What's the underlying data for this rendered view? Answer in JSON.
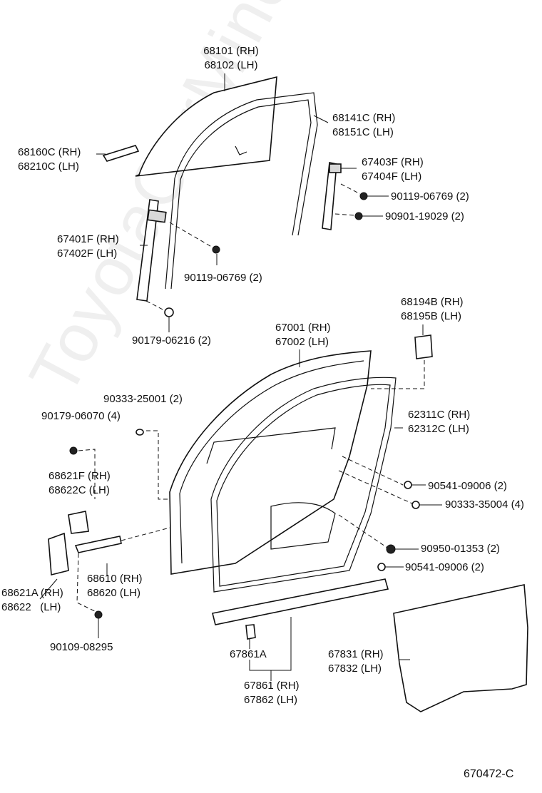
{
  "watermark": "ToyotaCarMine.ru",
  "diagram_code": "670472-C",
  "labels": {
    "glass": [
      "68101 (RH)",
      "68102 (LH)"
    ],
    "glass_run": [
      "68141C (RH)",
      "68151C (LH)"
    ],
    "channel_front": [
      "68160C (RH)",
      "68210C (LH)"
    ],
    "rear_channel": [
      "67403F (RH)",
      "67404F (LH)"
    ],
    "bolt_rear_1": "90119-06769 (2)",
    "bolt_rear_2": "90901-19029 (2)",
    "front_channel": [
      "67401F (RH)",
      "67402F (LH)"
    ],
    "bolt_front": "90119-06769 (2)",
    "nut_front": "90179-06216 (2)",
    "cap": [
      "68194B (RH)",
      "68195B (LH)"
    ],
    "door_panel": [
      "67001 (RH)",
      "67002 (LH)"
    ],
    "plug_top": "90333-25001 (2)",
    "nut_hinge": "90179-06070 (4)",
    "weatherstrip": [
      "62311C (RH)",
      "62312C (LH)"
    ],
    "hinge_upper": [
      "68621F (RH)",
      "68622C (LH)"
    ],
    "plug_right_1": "90541-09006 (2)",
    "plug_right_2": "90333-35004 (4)",
    "door_check": [
      "68610 (RH)",
      "68620 (LH)"
    ],
    "grommet": "90950-01353 (2)",
    "plug_right_3": "90541-09006 (2)",
    "hinge_lower": [
      "68621A (RH)",
      "68622   (LH)"
    ],
    "bolt_hinge": "90109-08295",
    "clip": "67861A",
    "sill_weatherstrip": [
      "67861 (RH)",
      "67862 (LH)"
    ],
    "service_cover": [
      "67831 (RH)",
      "67832 (LH)"
    ]
  }
}
